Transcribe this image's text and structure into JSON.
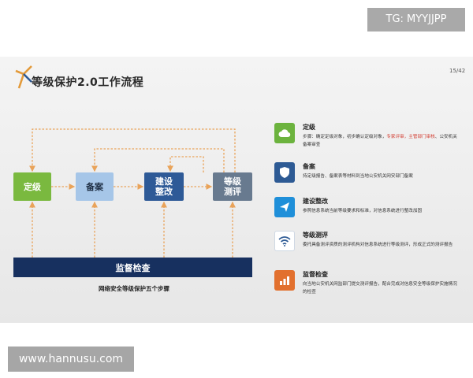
{
  "watermarks": {
    "tg": "TG: MYYJJPP",
    "site": "www.hannusu.com"
  },
  "slide": {
    "title": "等级保护2.0工作流程",
    "page_number": "15/42"
  },
  "diagram": {
    "nodes": [
      "定级",
      "备案",
      "建设\n整改",
      "等级\n测评"
    ],
    "supervise": "监督检查",
    "caption": "网络安全等级保护五个步骤",
    "colors": {
      "grading": "#7ab93f",
      "filing": "#a6c6e8",
      "construct": "#2e5a97",
      "evaluate": "#687a8f",
      "bar": "#17305f",
      "arrow": "#e9a35a"
    }
  },
  "steps": [
    {
      "icon": "cloud-icon",
      "color": "#6cb33e",
      "title": "定级",
      "desc_a": "步骤：确定定级对象，初步确认定级对象，",
      "desc_red": "专家评审，主管部门审核",
      "desc_b": "、公安机关备案审查"
    },
    {
      "icon": "shield-icon",
      "color": "#2d5a94",
      "title": "备案",
      "desc": "持定级报告、备案表等材料到当地公安机关网安部门备案"
    },
    {
      "icon": "send-icon",
      "color": "#1f8fd9",
      "title": "建设整改",
      "desc": "参照信息系统当前等级要求和标准，对信息系统进行整改加固"
    },
    {
      "icon": "wifi-icon",
      "color": "#ffffff",
      "title": "等级测评",
      "desc": "委托具备测评资质的测评机构对信息系统进行等级测评，形成正式的测评报告"
    },
    {
      "icon": "chart-icon",
      "color": "#e2702e",
      "title": "监督检查",
      "desc": "向当地公安机关网监部门提交测评报告，配合完成对信息安全等级保护实施情况的检查"
    }
  ]
}
